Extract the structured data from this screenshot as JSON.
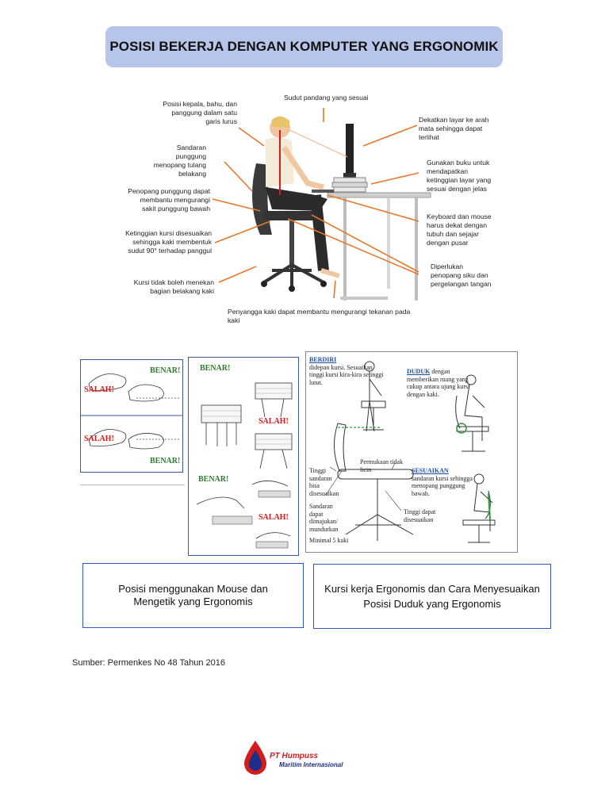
{
  "title": "POSISI BEKERJA DENGAN KOMPUTER YANG ERGONOMIK",
  "main_figure": {
    "labels": {
      "head_alignment": "Posisi kepala, bahu, dan panggung dalam satu garis lurus",
      "view_angle": "Sudut pandang yang sesuai",
      "screen_near": "Dekatkan layar ke arah mata sehingga dapat terlihat",
      "book_screen": "Gunakan buku untuk mendapatkan ketinggian layar yang sesuai dengan jelas",
      "backrest": "Sandaran punggung menopang tulang belakang",
      "lumbar": "Penopang punggung dapat membantu mengurangi sakit punggung bawah",
      "keyboard_mouse": "Keyboard dan mouse harus dekat dengan tubuh dan sejajar dengan pusar",
      "chair_height": "Ketinggian kursi disesuaikan sehingga kaki membentuk sudut 90° terhadap panggul",
      "elbow_support": "Diperlukan penopang siku dan pergelangan tangan",
      "no_press": "Kursi tidak boleh menekan bagian belakang kaki",
      "footrest": "Penyangga kaki dapat membantu mengurangi tekanan pada kaki"
    }
  },
  "hand_panel": {
    "benar": "BENAR!",
    "salah": "SALAH!"
  },
  "keyboard_panel": {
    "benar": "BENAR!",
    "salah": "SALAH!"
  },
  "chair_panel": {
    "berdiri_head": "BERDIRI",
    "berdiri_text": "didepan kursi. Sesuaikan tinggi kursi kira-kira setinggi lutut.",
    "duduk_head": "DUDUK",
    "duduk_text": "dengan memberikan ruang yang cukup antara ujung kursi dengan kaki.",
    "sesuaikan_head": "SESUAIKAN",
    "sesuaikan_text": "sandaran kursi sehingga menopang punggung bawah.",
    "surface": "Permukaan tidak licin",
    "backrest_adjust": "Tinggi sandaran bisa disesuaikan",
    "backrest_move": "Sandaran dapat dimajukan/ mundurkan",
    "height_adjust": "Tinggi dapat disesuaikan",
    "legs": "Minimal 5 kaki"
  },
  "captions": {
    "mouse": "Posisi menggunakan Mouse dan Mengetik yang Ergonomis",
    "chair": "Kursi kerja Ergonomis dan Cara Menyesuaikan Posisi Duduk yang Ergonomis"
  },
  "source": "Sumber: Permenkes No 48 Tahun 2016",
  "logo": {
    "line1": "PT Humpuss",
    "line2": "Maritim Internasional"
  },
  "colors": {
    "title_bg": "#b7c5ea",
    "arrow": "#e8782a",
    "benar": "#2e7d2e",
    "salah": "#d41c1c",
    "panel_border": "#3b55a8"
  }
}
